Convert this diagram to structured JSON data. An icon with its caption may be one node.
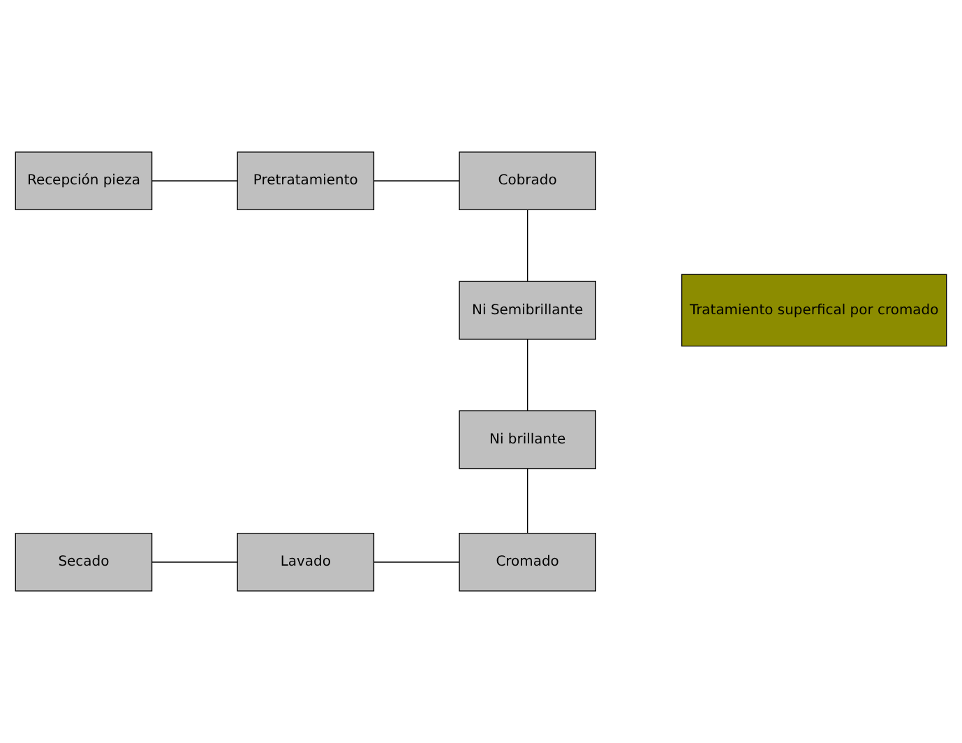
{
  "diagram": {
    "nodes": [
      {
        "text": [
          "Recepción pieza"
        ]
      },
      {
        "text": [
          "Pretratamiento"
        ]
      },
      {
        "text": [
          "Cobrado"
        ]
      },
      {
        "text": [
          "Ni Semibrillante"
        ]
      },
      {
        "text": [
          "Tratamiento superfical por cromado"
        ]
      },
      {
        "text": [
          "Ni brillante"
        ]
      },
      {
        "text": [
          "Secado"
        ]
      },
      {
        "text": [
          "Lavado"
        ]
      },
      {
        "text": [
          "Cromado"
        ]
      }
    ],
    "edges": [
      {
        "from": 0,
        "to": 1,
        "arrow": "none"
      },
      {
        "from": 1,
        "to": 2,
        "arrow": "none"
      },
      {
        "from": 2,
        "to": 3,
        "arrow": "none"
      },
      {
        "from": 3,
        "to": 5,
        "arrow": "none"
      },
      {
        "from": 5,
        "to": 8,
        "arrow": "none"
      },
      {
        "from": 7,
        "to": 8,
        "arrow": "none"
      },
      {
        "from": 6,
        "to": 7,
        "arrow": "none"
      }
    ]
  }
}
